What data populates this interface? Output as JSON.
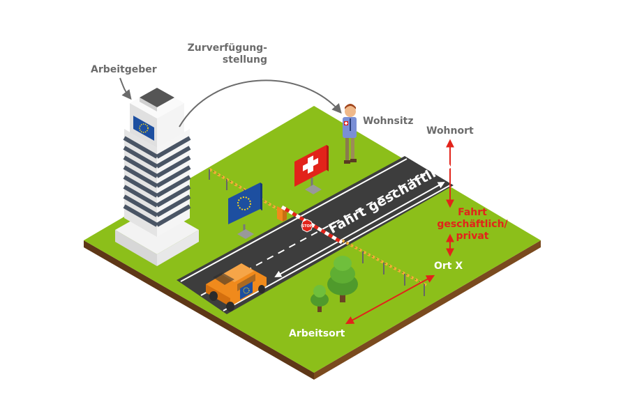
{
  "labels": {
    "employer": "Arbeitgeber",
    "provision_line1": "Zurverfügung-",
    "provision_line2": "stellung",
    "residence": "Wohnsitz",
    "home_town": "Wohnort",
    "trip_line1": "Fahrt",
    "trip_line2": "geschäftlich/",
    "trip_line3": "privat",
    "place_x": "Ort X",
    "workplace": "Arbeitsort",
    "road_text": "Fahrt geschäftlich",
    "stop_sign": "STOP"
  },
  "icons": [
    "eu-flag-icon",
    "swiss-flag-icon",
    "stop-sign-icon",
    "car-icon",
    "person-icon",
    "tree-icon",
    "office-tower-icon",
    "barrier-gate-icon"
  ],
  "colors": {
    "grass_top": "#8cbf1a",
    "soil": "#7a4a1e",
    "road": "#3d3d3d",
    "arrow_red": "#e2231a",
    "label_gray": "#6b6b6b",
    "eu_blue": "#1d4fa0",
    "swiss_red": "#e2231a",
    "car_orange": "#f08a1c",
    "tree_green": "#4f9a2c"
  }
}
